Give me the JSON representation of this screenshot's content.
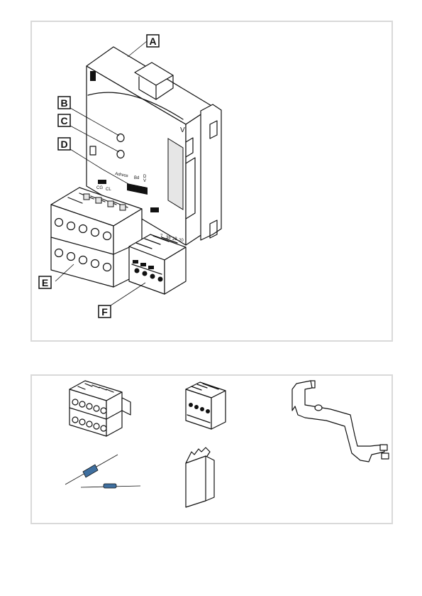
{
  "callouts": {
    "a": "A",
    "b": "B",
    "c": "C",
    "d": "D",
    "e": "E",
    "f": "F"
  },
  "device_labels": {
    "adress": "Adress",
    "bd": "Bd",
    "dip_d": "D",
    "dip_v": "V",
    "cg": "CG",
    "cl": "CL",
    "v_marking": "V",
    "terminal_7": "7",
    "terminal_38": "38",
    "terminal_28": "28",
    "terminal_20": "20"
  },
  "colors": {
    "border": "#d9d9d9",
    "line": "#111111",
    "resistor_blue": "#3f6f9f"
  }
}
